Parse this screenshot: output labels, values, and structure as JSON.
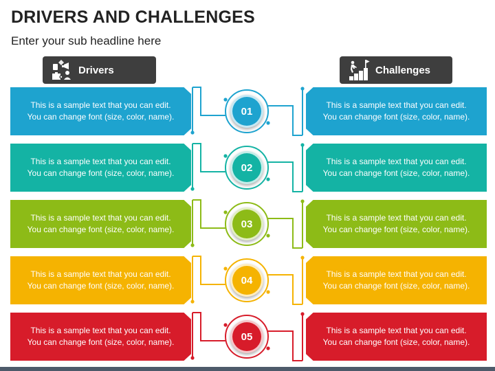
{
  "header": {
    "title": "DRIVERS AND CHALLENGES",
    "subtitle": "Enter your sub headline here",
    "drivers_label": "Drivers",
    "challenges_label": "Challenges",
    "drivers_icon": "drivers-tools-icon",
    "challenges_icon": "goal-steps-flag-icon"
  },
  "rows": [
    {
      "number": "01",
      "color": "#1ea3cf",
      "left_text": "This is a sample text that you can edit.\nYou can change font (size, color, name).",
      "right_text": "This is a sample text that you can edit.\nYou can change font (size, color, name)."
    },
    {
      "number": "02",
      "color": "#14b3a4",
      "left_text": "This is a sample text that you can edit.\nYou can change font (size, color, name).",
      "right_text": "This is a sample text that you can edit.\nYou can change font (size, color, name)."
    },
    {
      "number": "03",
      "color": "#8dbb17",
      "left_text": "This is a sample text that you can edit.\nYou can change font (size, color, name).",
      "right_text": "This is a sample text that you can edit.\nYou can change font (size, color, name)."
    },
    {
      "number": "04",
      "color": "#f5b301",
      "left_text": "This is a sample text that you can edit.\nYou can change font (size, color, name).",
      "right_text": "This is a sample text that you can edit.\nYou can change font (size, color, name)."
    },
    {
      "number": "05",
      "color": "#d71c2a",
      "left_text": "This is a sample text that you can edit.\nYou can change font (size, color, name).",
      "right_text": "This is a sample text that you can edit.\nYou can change font (size, color, name)."
    }
  ]
}
